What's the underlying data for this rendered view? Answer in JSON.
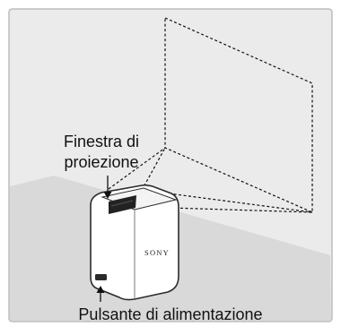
{
  "labels": {
    "projection_window_line1": "Finestra di",
    "projection_window_line2": "proiezione",
    "power_button": "Pulsante di alimentazione"
  },
  "device": {
    "brand": "SONY"
  },
  "colors": {
    "wall": "#ebebeb",
    "floor": "#d9d9d9",
    "border": "#bdbdbd",
    "device_body": "#ffffff",
    "device_outline": "#2b2b2b",
    "lens": "#222222",
    "dashed_lines": "#111111"
  }
}
